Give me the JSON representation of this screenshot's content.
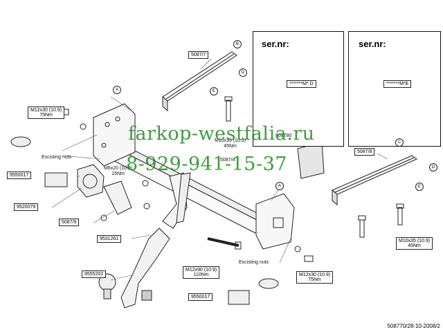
{
  "panels": [
    {
      "title": "ser.nr:",
      "code": "*******M* D"
    },
    {
      "title": "ser.nr:",
      "code": "*******M*E"
    }
  ],
  "watermark": {
    "line1": "farkop-westfalia.ru",
    "line2": "8-929-941-15-37"
  },
  "parts": {
    "bracket_top": "5087/7",
    "bracket_right": "5087/8",
    "bracket_side": "5087/9",
    "part_9550017_a": "9550017",
    "part_9520079": "9520079",
    "part_9531261": "9531261",
    "part_9555202": "9555202",
    "part_9550017_b": "9550017",
    "part_508780": "508780",
    "part_5087_4": "5087/4"
  },
  "bolts": {
    "m12x30_left": [
      "M12x30 (10.9)",
      "75Nm"
    ],
    "m10x35_center": [
      "M10x35 (10.9)",
      "45Nm"
    ],
    "m6x20": [
      "M6x20 (10.9)",
      "15Nm"
    ],
    "m10x35_right": [
      "M10x35 (10.9)",
      "45Nm"
    ],
    "m12x90": [
      "M12x90 (10.9)",
      "110Nm"
    ],
    "m12x30_right": [
      "M12x30 (10.9)",
      "75Nm"
    ]
  },
  "notes": {
    "existing_nuts_left": "Excisting nuts",
    "existing_nuts_right": "Excisting nuts"
  },
  "letters": [
    "A",
    "B",
    "C",
    "D",
    "E"
  ],
  "footer": "508770/28-10-2008/2"
}
